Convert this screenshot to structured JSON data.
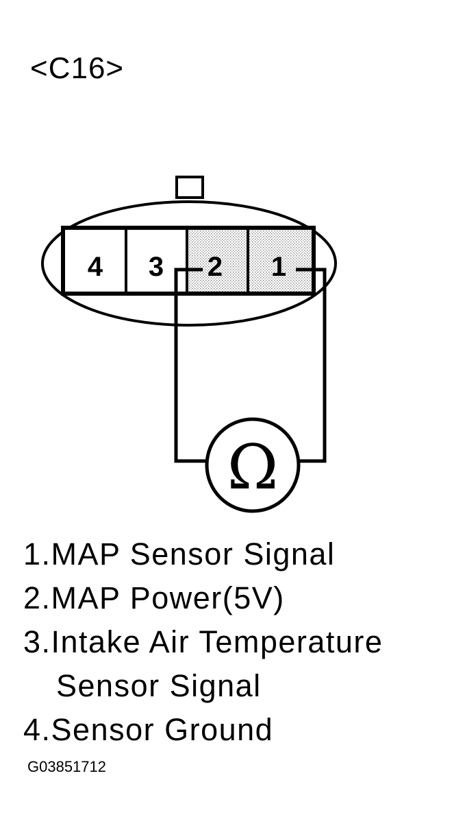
{
  "connector": {
    "id_label": "<C16>",
    "pins": [
      {
        "number": "4",
        "shaded": false
      },
      {
        "number": "3",
        "shaded": false
      },
      {
        "number": "2",
        "shaded": true
      },
      {
        "number": "1",
        "shaded": true
      }
    ]
  },
  "meter": {
    "symbol": "Ω",
    "icon": "ohmmeter-icon"
  },
  "legend": {
    "lines": [
      "1.MAP Sensor Signal",
      "2.MAP Power(5V)",
      "3.Intake Air Temperature",
      "Sensor Signal",
      "4.Sensor Ground"
    ]
  },
  "figure_code": "G03851712",
  "colors": {
    "ink": "#000000",
    "paper": "#ffffff"
  }
}
